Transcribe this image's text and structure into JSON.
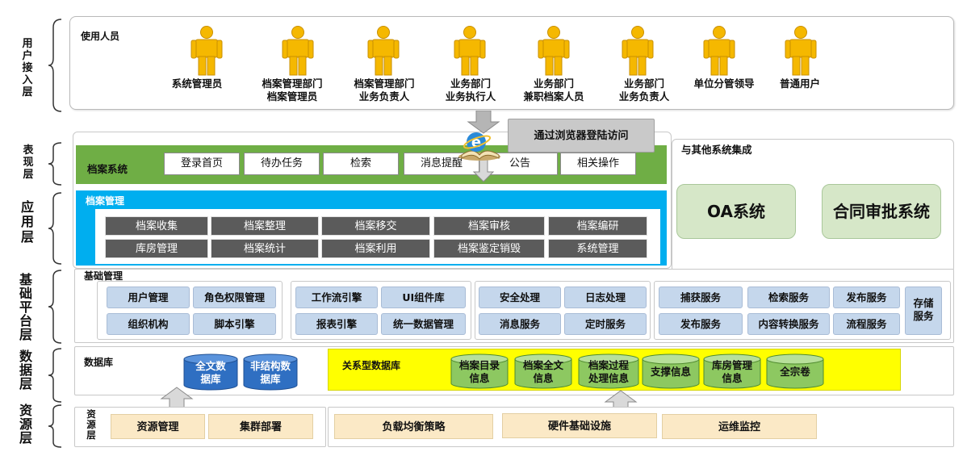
{
  "layers": {
    "user": "用户\n接入\n层",
    "presentation": "表\n现\n层",
    "application": "应\n用\n层",
    "foundation": "基\n础\n平\n台\n层",
    "data": "数\n据\n层",
    "resource": "资\n源\n层"
  },
  "users": {
    "title": "使用人员",
    "items": [
      {
        "label": "系统管理员"
      },
      {
        "label": "档案管理部门\n档案管理员"
      },
      {
        "label": "档案管理部门\n业务负责人"
      },
      {
        "label": "业务部门\n业务执行人"
      },
      {
        "label": "业务部门\n兼职档案人员"
      },
      {
        "label": "业务部门\n业务负责人"
      },
      {
        "label": "单位分管领导"
      },
      {
        "label": "普通用户"
      }
    ],
    "icon_color": "#f5b800"
  },
  "browser": {
    "label": "通过浏览器登陆访问"
  },
  "archive_system": {
    "title": "档案系统",
    "tabs": [
      "登录首页",
      "待办任务",
      "检索",
      "消息提醒",
      "公告",
      "相关操作"
    ]
  },
  "integration": {
    "title": "与其他系统集成",
    "systems": [
      "OA系统",
      "合同审批系统"
    ]
  },
  "archive_mgmt": {
    "title": "档案管理",
    "row1": [
      "档案收集",
      "档案整理",
      "档案移交",
      "档案审核",
      "档案编研"
    ],
    "row2": [
      "库房管理",
      "档案统计",
      "档案利用",
      "档案鉴定销毁",
      "系统管理"
    ]
  },
  "foundation": {
    "title": "基础管理",
    "group1": [
      "用户管理",
      "角色权限管理",
      "组织机构",
      "脚本引擎"
    ],
    "group2": [
      "工作流引擎",
      "UI组件库",
      "报表引擎",
      "统一数据管理"
    ],
    "group3": [
      "安全处理",
      "日志处理",
      "消息服务",
      "定时服务"
    ],
    "group4": [
      "捕获服务",
      "检索服务",
      "发布服务",
      "发布服务",
      "内容转换服务",
      "流程服务"
    ],
    "storage": "存储\n服务"
  },
  "database": {
    "title": "数据库",
    "blue": [
      "全文数\n据库",
      "非结构数\n据库"
    ],
    "relational_title": "关系型数据库",
    "green": [
      "档案目录\n信息",
      "档案全文\n信息",
      "档案过程\n处理信息",
      "支撑信息",
      "库房管理\n信息",
      "全宗卷"
    ]
  },
  "resources": {
    "title": "资\n源\n层",
    "left": [
      "资源管理",
      "集群部署"
    ],
    "right": [
      "负载均衡策略",
      "硬件基础设施",
      "运维监控"
    ]
  },
  "colors": {
    "green_bar": "#6fae45",
    "blue_panel": "#00aeef",
    "yellow_panel": "#ffff00",
    "cyl_blue": "#2f6fc2",
    "cyl_green": "#8dc861"
  }
}
